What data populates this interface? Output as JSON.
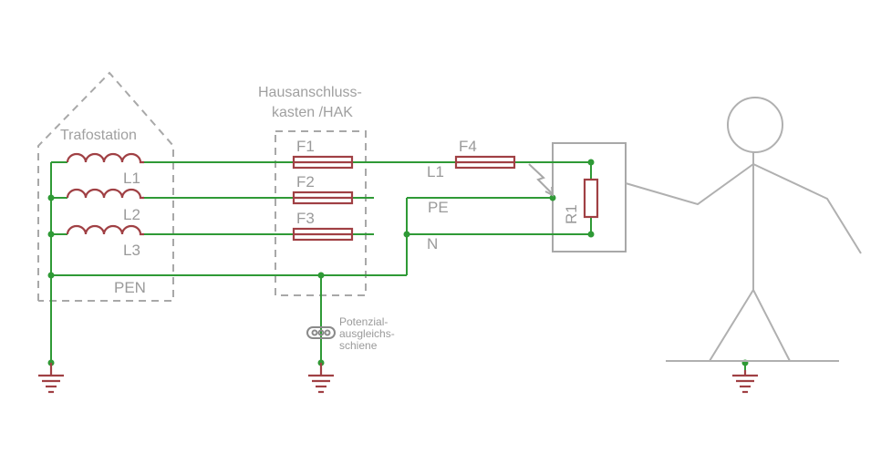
{
  "colors": {
    "wire": "#2f9a36",
    "component": "#a04044",
    "outline": "#a8a8a8",
    "text": "#9a9a9a"
  },
  "labels": {
    "trafostation": "Trafostation",
    "hak_line1": "Hausanschluss-",
    "hak_line2": "kasten /HAK",
    "transformer_l1": "L1",
    "transformer_l2": "L2",
    "transformer_l3": "L3",
    "pen": "PEN",
    "fuse_f1": "F1",
    "fuse_f2": "F2",
    "fuse_f3": "F3",
    "fuse_f4": "F4",
    "line_l1": "L1",
    "line_pe": "PE",
    "line_n": "N",
    "resistor_r1": "R1",
    "pas_line1": "Potenzial-",
    "pas_line2": "ausgleichs-",
    "pas_line3": "schiene"
  }
}
